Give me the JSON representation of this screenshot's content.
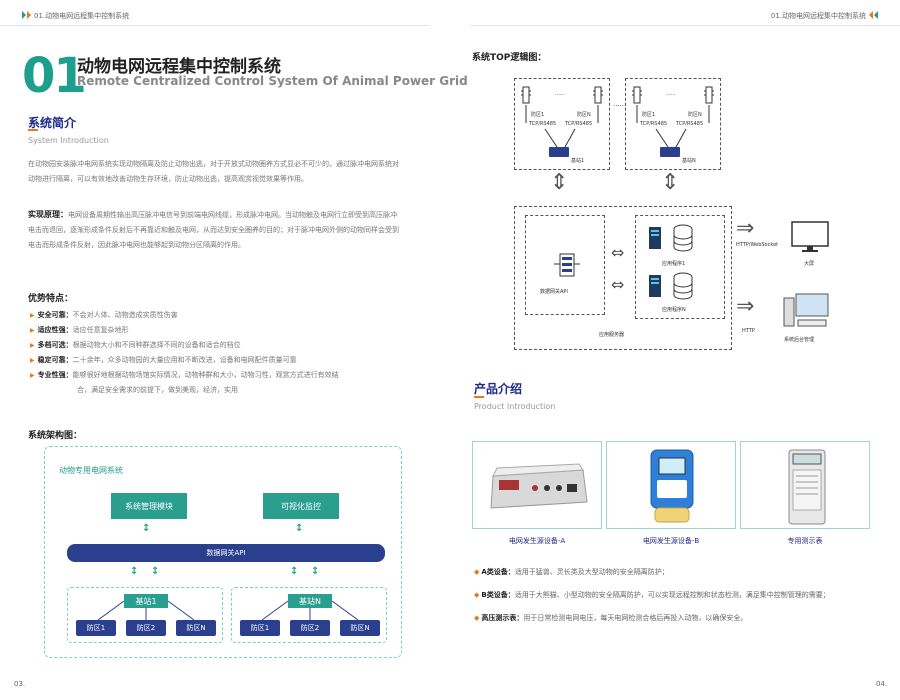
{
  "header": {
    "left_label": "01.动物电网远程集中控制系统",
    "right_label": "01.动物电网远程集中控制系统"
  },
  "title": {
    "number": "01",
    "cn": "动物电网远程集中控制系统",
    "en": "Remote Centralized Control System Of Animal Power Grid"
  },
  "intro": {
    "cn": "系统简介",
    "en": "System Introduction",
    "para1": "在动物园安装脉冲电网系统实现动物隔离及防止动物出逃，对于开放式动物圈养方式显必不可少的。通过脉冲电网系统对动物进行隔离，可以有效地改善动物生存环境，防止动物出逃，提高观赏视觉效果等作用。",
    "principle_label": "实现原理：",
    "para2": "电网设备周期性输出高压脉冲电信号到前端电网线缆，形成脉冲电网。当动物触及电网行立即受到高压脉冲电击而退回，逐渐形成条件反射后不再靠近和触及电网，从而达到安全圈养的目的；对于脉冲电网外侧的动物同样会受到电击而形成条件反射，因此脉冲电网也能够起到动物分区隔离的作用。"
  },
  "advantages": {
    "title": "优势特点：",
    "items": [
      {
        "k": "安全可靠：",
        "v": "不会对人体、动物造成实质性伤害"
      },
      {
        "k": "适应性强：",
        "v": "适应任意复杂地形"
      },
      {
        "k": "多档可选：",
        "v": "根据动物大小和不同种群选择不同的设备和适合的档位"
      },
      {
        "k": "稳定可靠：",
        "v": "二十余年，众多动物园的大量应用和不断改进，设备和电网配件质量可靠"
      },
      {
        "k": "专业性强：",
        "v": "能够很好地根据动物场馆实际情况，动物种群和大小，动物习性，观赏方式进行有效结"
      },
      {
        "k": "",
        "v": "合，满足安全需求的前提下，做到美观，经济，实用"
      }
    ]
  },
  "arch": {
    "title": "系统架构图：",
    "system_label": "动物专用电网系统",
    "mgmt": "系统管理模块",
    "visual": "可视化监控",
    "gateway": "数据网关API",
    "base1": "基站1",
    "baseN": "基站N",
    "zones": [
      "防区1",
      "防区2",
      "防区N",
      "防区1",
      "防区2",
      "防区N"
    ]
  },
  "topo": {
    "title": "系统TOP逻辑图：",
    "zone1": "防区1",
    "zoneN": "防区N",
    "tcp1": "TCP/RS485",
    "tcp2": "TCP/RS485",
    "tcp3": "TCP/RS485",
    "tcp4": "TCP/RS485",
    "base1": "基站1",
    "baseN": "基站N",
    "dots": "......",
    "gateway": "数据网关API",
    "app1": "应用程序1",
    "appN": "应用程序N",
    "server": "应用服务器",
    "http_ws": "HTTP/WebSocket",
    "http": "HTTP",
    "screen": "大屏",
    "backend": "系统后台管理"
  },
  "products": {
    "cn": "产品介绍",
    "en": "Product Introduction",
    "cards": [
      {
        "label": "电网发生源设备-A"
      },
      {
        "label": "电网发生源设备-B"
      },
      {
        "label": "专用测示表"
      }
    ],
    "desc": [
      {
        "k": "A类设备：",
        "v": "适用于猛兽、灵长类及大型动物的安全隔离防护；"
      },
      {
        "k": "B类设备：",
        "v": "适用于大熊猫、小型动物的安全隔离防护，可以实现远程控制和状态检测，满足集中控制管理的需要；"
      },
      {
        "k": "高压测示表：",
        "v": "用于日常检测电网电压，每天电网检测合格后再投入动物，以确保安全。"
      }
    ]
  },
  "pages": {
    "left": "03.",
    "right": "04."
  },
  "colors": {
    "teal": "#1e9e8c",
    "navy": "#2b3f8f",
    "orange": "#e07b22"
  }
}
